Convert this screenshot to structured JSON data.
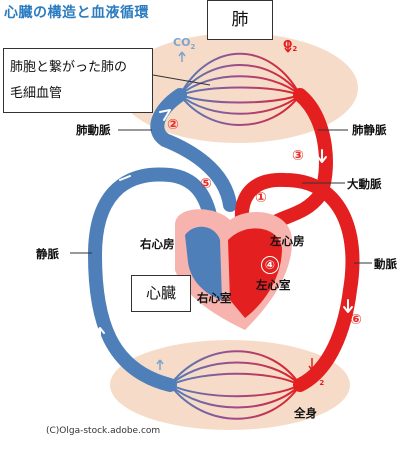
{
  "title": "心臓の構造と血液循環",
  "boxes": {
    "lung": "肺",
    "capillary_line1": "肺胞と繋がった肺の",
    "capillary_line2": "毛細血管",
    "heart": "心臓"
  },
  "labels": {
    "pulmonary_artery": "肺動脈",
    "pulmonary_vein": "肺静脈",
    "aorta": "大動脈",
    "vein": "静脈",
    "artery": "動脈",
    "right_atrium": "右心房",
    "left_atrium": "左心房",
    "right_ventricle": "右心室",
    "left_ventricle": "左心室",
    "whole_body": "全身"
  },
  "gases": {
    "lung_co2": "CO",
    "lung_o2": "O",
    "body_co2": "CO",
    "body_o2": "O",
    "subscript": "2"
  },
  "steps": [
    "①",
    "②",
    "③",
    "④",
    "⑤",
    "⑥"
  ],
  "colors": {
    "title": "#2a7bbf",
    "venous_blue": "#4f7fb8",
    "arterial_red": "#e41f1f",
    "organ_bg": "#f6dcc8",
    "heart_pink": "#f7b3ae",
    "step_number": "#e8302a"
  },
  "credit": "(C)Olga-stock.adobe.com"
}
